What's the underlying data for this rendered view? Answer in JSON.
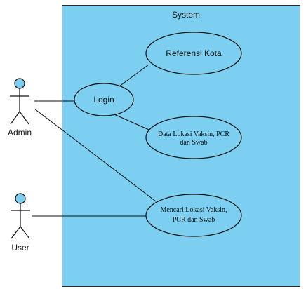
{
  "system": {
    "label": "System"
  },
  "actors": {
    "admin": {
      "label": "Admin"
    },
    "user": {
      "label": "User"
    }
  },
  "use_cases": {
    "login": {
      "label": "Login"
    },
    "referensi_kota": {
      "label": "Referensi Kota"
    },
    "data_lokasi": {
      "line1": "Data Lokasi Vaksin, PCR",
      "line2": "dan Swab"
    },
    "mencari_lokasi": {
      "line1": "Mencari Lokasi Vaksin,",
      "line2": "PCR dan Swab"
    }
  },
  "colors": {
    "fill": "#7ccff1",
    "stroke": "#111111"
  }
}
